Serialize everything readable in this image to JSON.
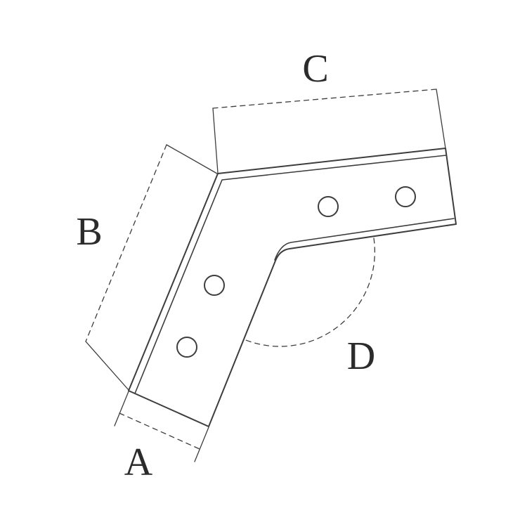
{
  "labels": {
    "a": "A",
    "b": "B",
    "c": "C",
    "d": "D"
  },
  "colors": {
    "line": "#3d3d3d",
    "text": "#2b2b2b",
    "background": "#ffffff"
  }
}
